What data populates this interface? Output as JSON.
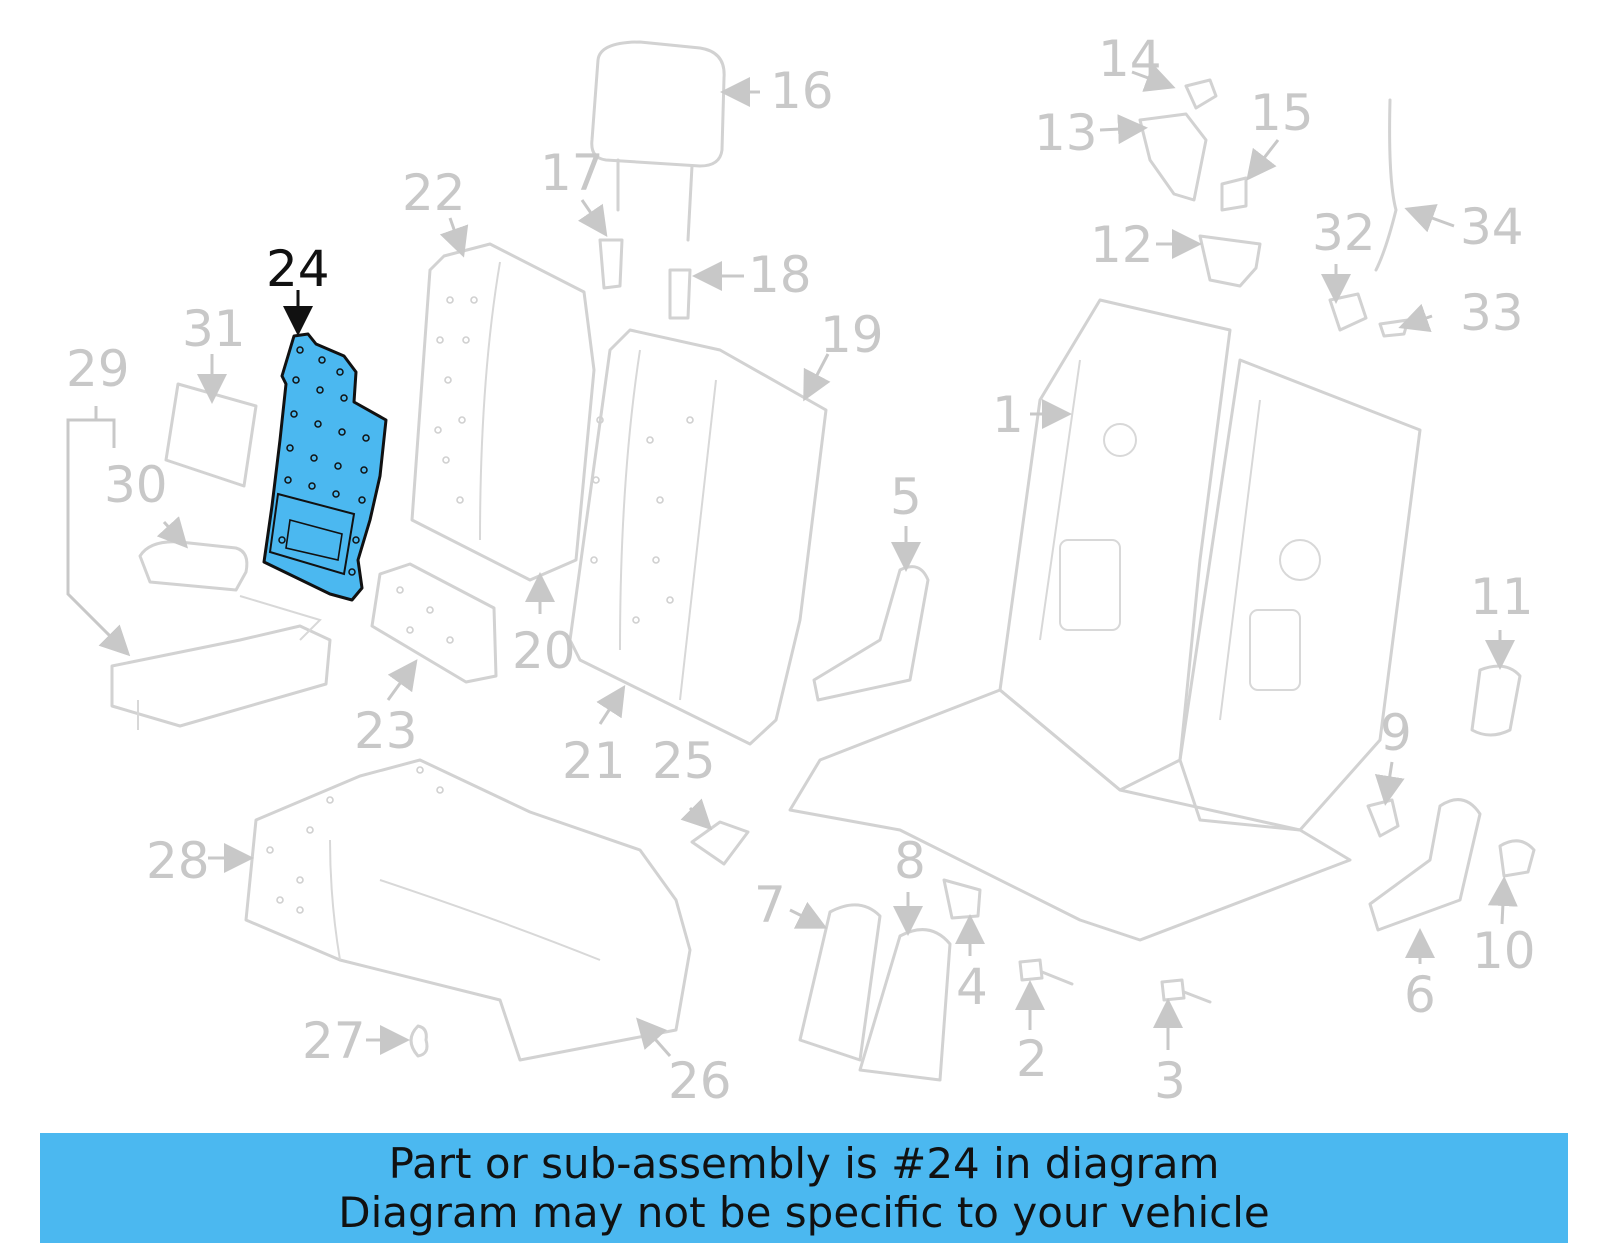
{
  "highlight": {
    "part_number": "24",
    "color": "#4bb8f0"
  },
  "labels": [
    "1",
    "2",
    "3",
    "4",
    "5",
    "6",
    "7",
    "8",
    "9",
    "10",
    "11",
    "12",
    "13",
    "14",
    "15",
    "16",
    "17",
    "18",
    "19",
    "20",
    "21",
    "22",
    "23",
    "25",
    "26",
    "27",
    "28",
    "29",
    "30",
    "31",
    "32",
    "33",
    "34"
  ],
  "banner": {
    "line1": "Part or sub-assembly is #24 in diagram",
    "line2": "Diagram may not be specific to your vehicle",
    "background": "#4bb8f0"
  }
}
